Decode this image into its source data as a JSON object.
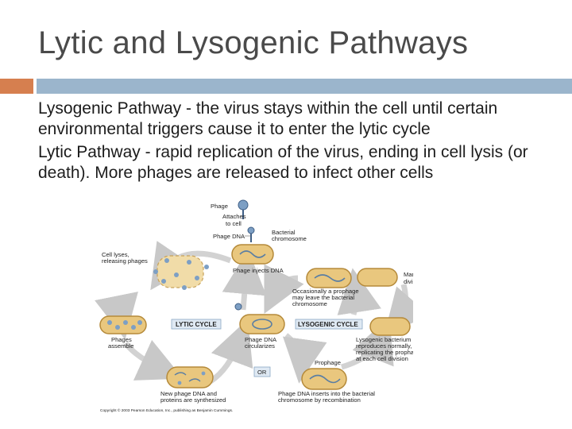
{
  "slide": {
    "title": "Lytic and Lysogenic Pathways",
    "bullets": [
      {
        "term": "Lysogenic Pathway",
        "text": " - the virus stays within the cell until certain environmental triggers cause it to enter the lytic cycle"
      },
      {
        "term": "Lytic Pathway",
        "text": " - rapid replication of the virus, ending in cell lysis (or death). More phages are released to infect other cells"
      }
    ]
  },
  "diagram": {
    "labels": {
      "phage": "Phage",
      "attaches_1": "Attaches",
      "attaches_2": "to cell",
      "phage_dna": "Phage DNA",
      "bacterial_1": "Bacterial",
      "bacterial_2": "chromosome",
      "injects": "Phage injects DNA",
      "lyses_1": "Cell lyses,",
      "lyses_2": "releasing phages",
      "many_1": "Many cell",
      "many_2": "divisions",
      "occ_1": "Occasionally a prophage",
      "occ_2": "may leave the bacterial",
      "occ_3": "chromosome",
      "lytic_cycle": "LYTIC CYCLE",
      "lysogenic_cycle": "LYSOGENIC CYCLE",
      "assemble_1": "Phages",
      "assemble_2": "assemble",
      "circ_1": "Phage DNA",
      "circ_2": "circularizes",
      "lysbac_1": "Lysogenic bacterium",
      "lysbac_2": "reproduces normally,",
      "lysbac_3": "replicating the prophage",
      "lysbac_4": "at each cell division",
      "or": "OR",
      "prophage": "Prophage",
      "newdna_1": "New phage DNA and",
      "newdna_2": "proteins are synthesized",
      "inserts_1": "Phage DNA inserts into the bacterial",
      "inserts_2": "chromosome by recombination",
      "copyright": "Copyright © 2003 Pearson Education, Inc., publishing as Benjamin Cummings."
    },
    "colors": {
      "cell_fill": "#e9c77e",
      "cell_stroke": "#b58a3a",
      "dna": "#5a7ea3",
      "phage": "#7d9fc4",
      "arrow": "#cfcfcf",
      "cycle_label_bg": "#dfe9f3"
    }
  }
}
